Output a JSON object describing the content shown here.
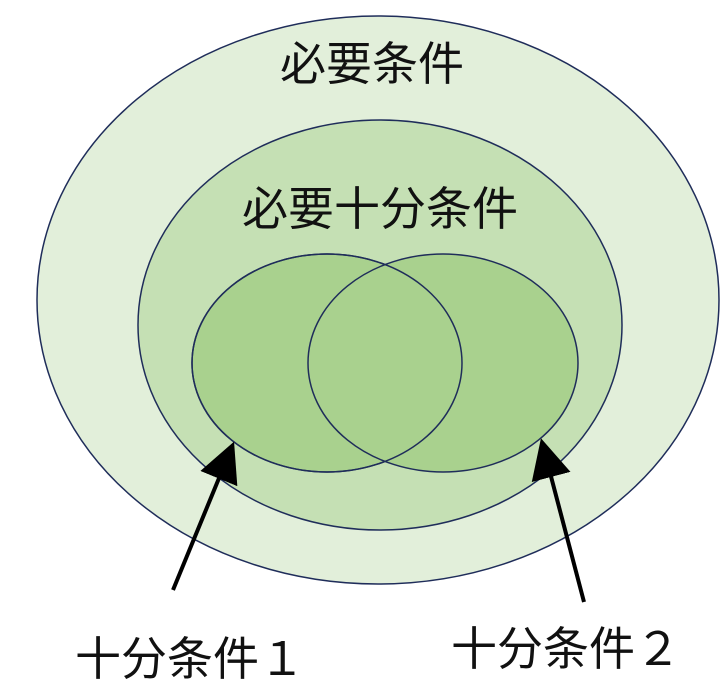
{
  "diagram": {
    "outer_label": "必要条件",
    "middle_label": "必要十分条件",
    "left_label": "十分条件１",
    "right_label": "十分条件２"
  },
  "colors": {
    "outer_fill": "#e2efda",
    "middle_fill": "#c5e0b4",
    "inner_fill": "#a9d18e",
    "outline": "#1f2d5a",
    "arrow": "#000000"
  }
}
